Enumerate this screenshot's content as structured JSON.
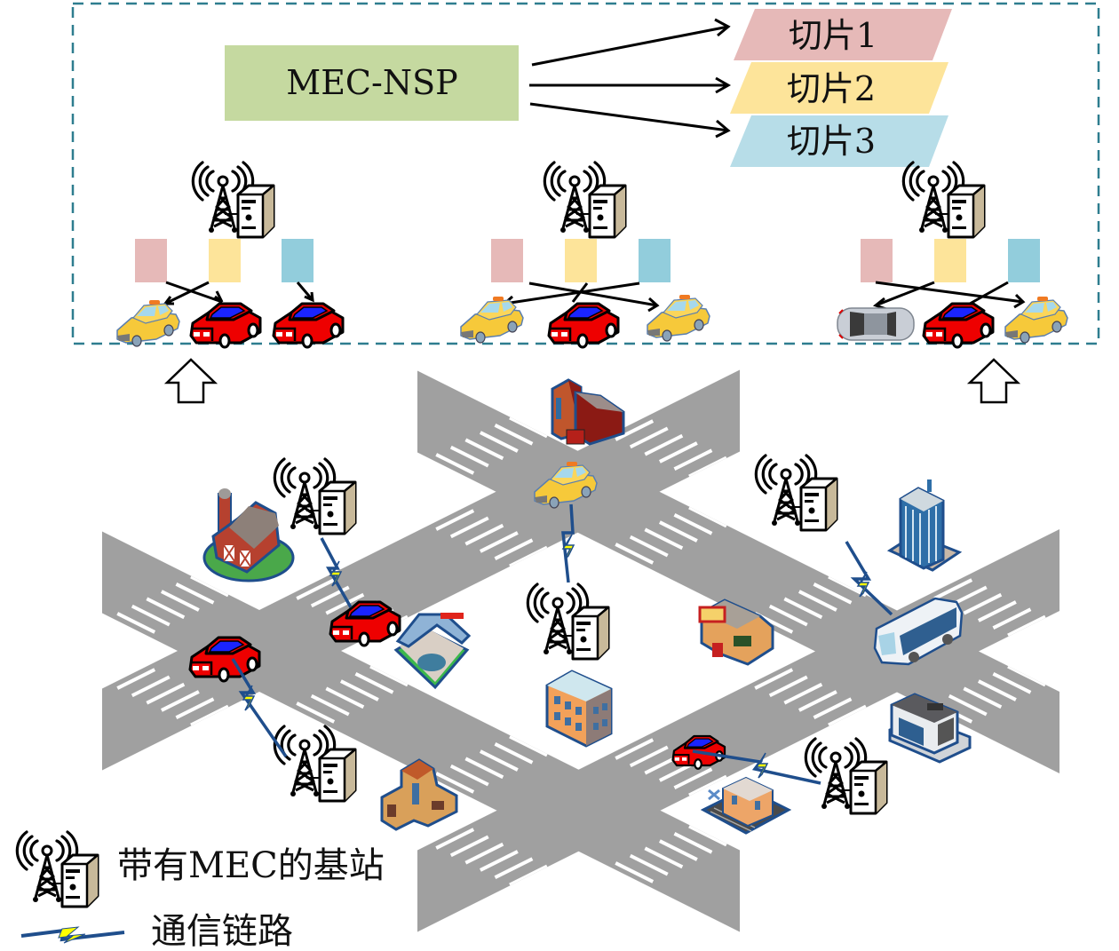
{
  "top_panel": {
    "controller_label": "MEC-NSP",
    "controller_color": "#c5d9a0",
    "border_color": "#2e7d8f",
    "slices": [
      {
        "label": "切片1",
        "color": "#e6b9b8"
      },
      {
        "label": "切片2",
        "color": "#fde49a"
      },
      {
        "label": "切片3",
        "color": "#b7dde8"
      }
    ],
    "slice_block_colors": [
      "#e6b9b8",
      "#fde49a",
      "#92cddc"
    ],
    "base_stations": [
      {
        "id": "bs-left",
        "vehicles": [
          "taxi",
          "red-car",
          "red-car"
        ]
      },
      {
        "id": "bs-middle",
        "vehicles": [
          "taxi",
          "red-car",
          "taxi"
        ]
      },
      {
        "id": "bs-right",
        "vehicles": [
          "silver-car",
          "red-car",
          "taxi"
        ]
      }
    ]
  },
  "legend": {
    "items": [
      {
        "icon": "base-station-mec-icon",
        "label": "带有MEC的基站"
      },
      {
        "icon": "communication-link-icon",
        "label": "通信链路"
      }
    ]
  },
  "scene": {
    "road_color": "#a0a0a0",
    "link_color": "#1f4e8c",
    "bolt_color": "#ffff00",
    "buildings": [
      "fire-station",
      "farm-barn",
      "motel-pool",
      "apartment",
      "gas-station",
      "office-tower",
      "shop-building",
      "bus-station",
      "train-station"
    ],
    "vehicles": [
      "taxi",
      "red-car",
      "red-car",
      "bus",
      "red-car"
    ]
  }
}
